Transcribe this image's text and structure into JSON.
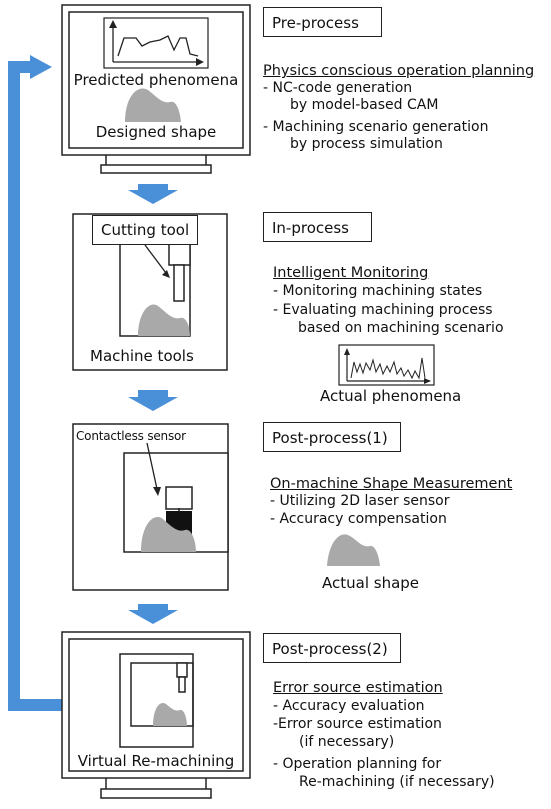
{
  "stages": [
    {
      "title": "Pre-process",
      "heading": "Physics conscious operation planning",
      "items": [
        "- NC-code generation",
        "by model-based CAM",
        "- Machining scenario generation",
        "by process simulation"
      ],
      "monitor_labels": [
        "Predicted phenomena",
        "Designed shape"
      ]
    },
    {
      "title": "In-process",
      "heading": "Intelligent Monitoring",
      "items": [
        "- Monitoring machining states",
        "- Evaluating machining process",
        "based on machining scenario"
      ],
      "machine_labels": [
        "Cutting tool",
        "Machine tools"
      ],
      "graph_label": "Actual phenomena"
    },
    {
      "title": "Post-process(1)",
      "heading": "On-machine Shape Measurement",
      "items": [
        "- Utilizing 2D  laser sensor",
        "- Accuracy compensation"
      ],
      "machine_labels": [
        "Contactless sensor"
      ],
      "shape_label": "Actual shape"
    },
    {
      "title": "Post-process(2)",
      "heading": "Error source estimation",
      "items": [
        "- Accuracy evaluation",
        "-Error source estimation",
        "(if necessary)",
        "- Operation planning for",
        "Re-machining (if necessary)"
      ],
      "monitor_labels": [
        "Virtual Re-machining"
      ]
    }
  ],
  "colors": {
    "arrow": "#4a90d9",
    "shape": "#a9a9a9",
    "sensor": "#111111",
    "line": "#222222"
  }
}
